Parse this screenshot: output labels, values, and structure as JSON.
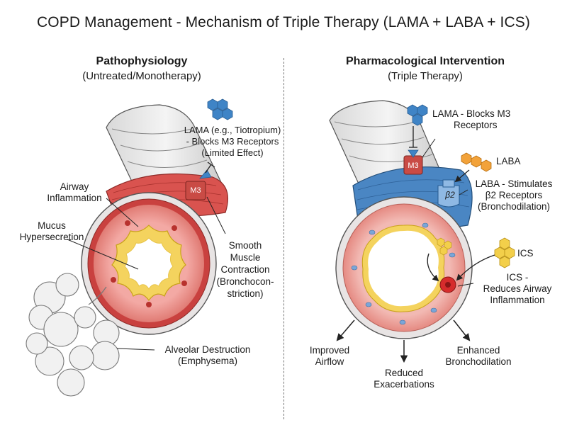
{
  "title": "COPD Management - Mechanism of Triple Therapy (LAMA + LABA + ICS)",
  "left_panel": {
    "heading": "Pathophysiology",
    "subheading": "(Untreated/Monotherapy)",
    "labels": {
      "lama_line1": "LAMA (e.g., Tiotropium)",
      "lama_line2": "- Blocks M3 Receptors",
      "lama_line3": "(Limited Effect)",
      "m3": "M3",
      "inflammation_line1": "Airway",
      "inflammation_line2": "Inflammation",
      "mucus_line1": "Mucus",
      "mucus_line2": "Hypersecretion",
      "smooth_line1": "Smooth",
      "smooth_line2": "Muscle",
      "smooth_line3": "Contraction",
      "smooth_line4": "(Bronchocon-",
      "smooth_line5": "striction)",
      "alveolar_line1": "Alveolar Destruction",
      "alveolar_line2": "(Emphysema)"
    }
  },
  "right_panel": {
    "heading": "Pharmacological Intervention",
    "subheading": "(Triple Therapy)",
    "labels": {
      "lama_line1": "LAMA - Blocks M3",
      "lama_line2": "Receptors",
      "m3": "M3",
      "laba": "LABA",
      "laba_desc_line1": "LABA - Stimulates",
      "laba_desc_line2": "β2 Receptors",
      "laba_desc_line3": "(Bronchodilation)",
      "beta2": "β2",
      "ics": "ICS",
      "ics_desc_line1": "ICS -",
      "ics_desc_line2": "Reduces Airway",
      "ics_desc_line3": "Inflammation",
      "outcome1_line1": "Improved",
      "outcome1_line2": "Airflow",
      "outcome2_line1": "Reduced",
      "outcome2_line2": "Exacerbations",
      "outcome3_line1": "Enhanced",
      "outcome3_line2": "Bronchodilation"
    }
  },
  "colors": {
    "lama_blue": "#3f84c6",
    "laba_orange": "#f2a23a",
    "ics_yellow": "#f3cf4a",
    "muscle_red": "#d9534f",
    "muscle_blue": "#4a86c3",
    "mucus_yellow": "#f4d35e"
  }
}
